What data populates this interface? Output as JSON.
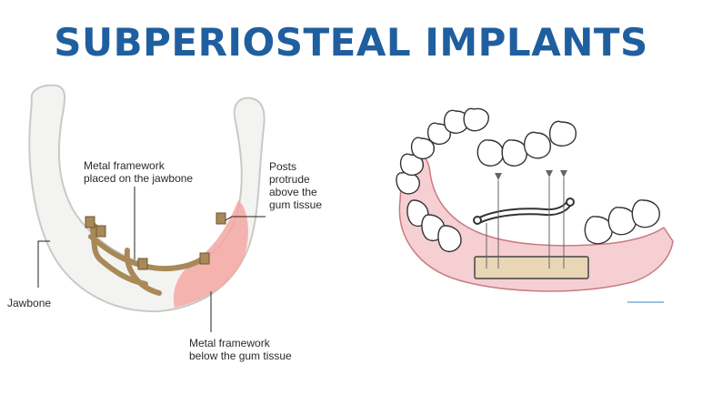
{
  "header": {
    "title": "SUBPERIOSTEAL IMPLANTS"
  },
  "left_diagram": {
    "labels": {
      "framework_on_jawbone": "Metal framework\nplaced on the jawbone",
      "posts": "Posts\nprotrude\nabove the\ngum tissue",
      "jawbone": "Jawbone",
      "framework_below_gum": "Metal framework\nbelow the gum tissue"
    },
    "colors": {
      "bone": "#f3f3f1",
      "bone_outline": "#c9c9c6",
      "gum": "#f4a7a3",
      "metal": "#a88958",
      "leader": "#222222"
    }
  },
  "right_diagram": {
    "colors": {
      "gum": "#f6cfd2",
      "gum_outline": "#c97b84",
      "tooth": "#ffffff",
      "tooth_outline": "#333333",
      "bone_bar": "#e8d6b5",
      "line": "#666666"
    }
  },
  "colors": {
    "title": "#1f5f9f",
    "background": "#ffffff"
  }
}
